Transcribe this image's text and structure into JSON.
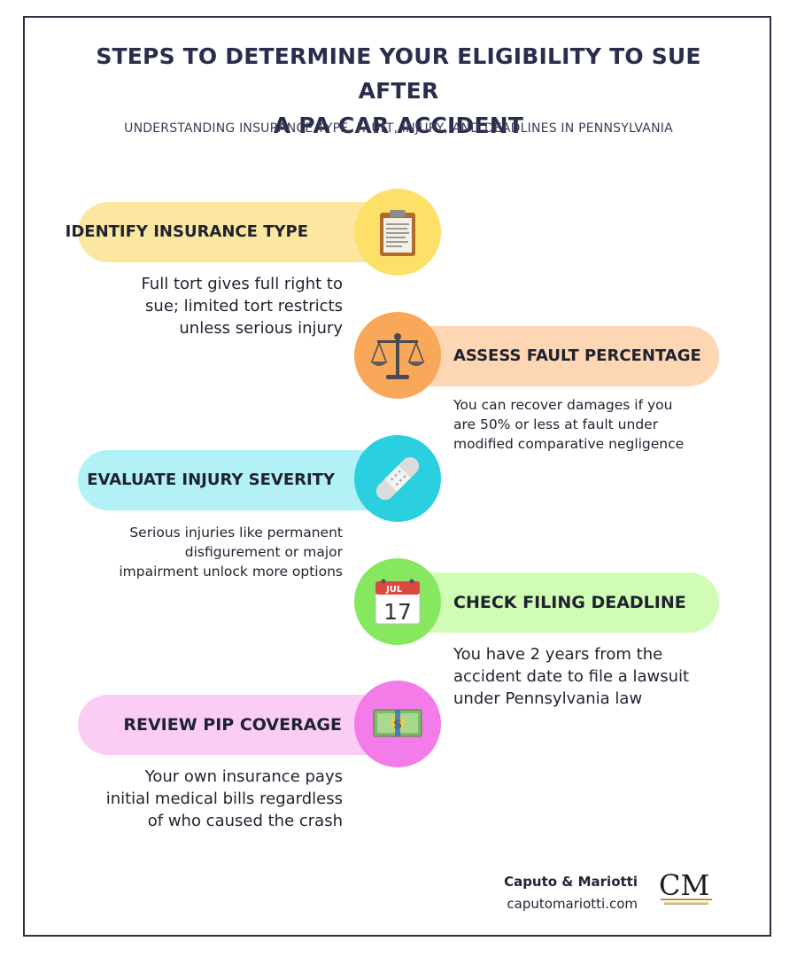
{
  "title_lines": [
    "STEPS TO DETERMINE YOUR ELIGIBILITY TO SUE AFTER",
    "A PA CAR ACCIDENT"
  ],
  "subtitle": "UNDERSTANDING INSURANCE TYPE, FAULT, INJURY, AND DEADLINES IN PENNSYLVANIA",
  "steps": [
    {
      "label": "IDENTIFY INSURANCE TYPE",
      "icon": "clipboard-icon",
      "color": "#fbe7a0",
      "circle_color": "#fde068",
      "description": [
        "Full tort gives full right to",
        "sue; limited tort restricts",
        "unless serious injury"
      ]
    },
    {
      "label": "ASSESS FAULT PERCENTAGE",
      "icon": "balance-scale-icon",
      "color": "#fdd6b4",
      "circle_color": "#f9a85a",
      "description": [
        "You can recover damages if you",
        "are 50% or less at fault under",
        "modified comparative negligence"
      ]
    },
    {
      "label": "EVALUATE INJURY SEVERITY",
      "icon": "bandage-icon",
      "color": "#b2f1f5",
      "circle_color": "#2bd0e0",
      "description": [
        "Serious injuries like permanent",
        "disfigurement or major",
        "impairment unlock more options"
      ]
    },
    {
      "label": "CHECK FILING DEADLINE",
      "icon": "calendar-icon",
      "color": "#d0fcb6",
      "circle_color": "#86e85f",
      "calendar_month": "JUL",
      "calendar_day": "17",
      "description": [
        "You have 2 years from the",
        "accident date to file a lawsuit",
        "under Pennsylvania law"
      ]
    },
    {
      "label": "REVIEW PIP COVERAGE",
      "icon": "money-icon",
      "color": "#fbcdf5",
      "circle_color": "#f47ce8",
      "description": [
        "Your own insurance pays",
        "initial medical bills regardless",
        "of who caused the crash"
      ]
    }
  ],
  "footer": {
    "name": "Caputo & Mariotti",
    "url": "caputomariotti.com",
    "logo_text": "CM"
  }
}
